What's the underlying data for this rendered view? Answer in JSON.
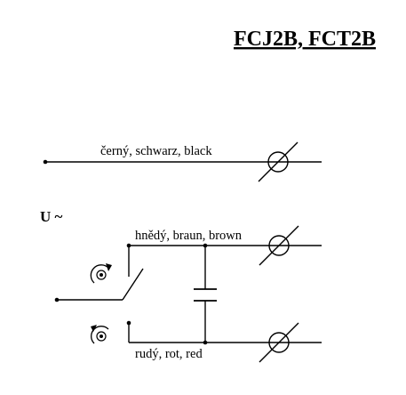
{
  "title": "FCJ2B, FCT2B",
  "supply_label": "U ~",
  "wires": {
    "black": "černý, schwarz, black",
    "brown": "hnědý, braun, brown",
    "red": "rudý, rot, red"
  },
  "icons": {
    "rotation_cw": "rotation-clockwise-icon",
    "rotation_ccw": "rotation-counterclockwise-icon",
    "terminal": "terminal-circle-slash-icon"
  }
}
